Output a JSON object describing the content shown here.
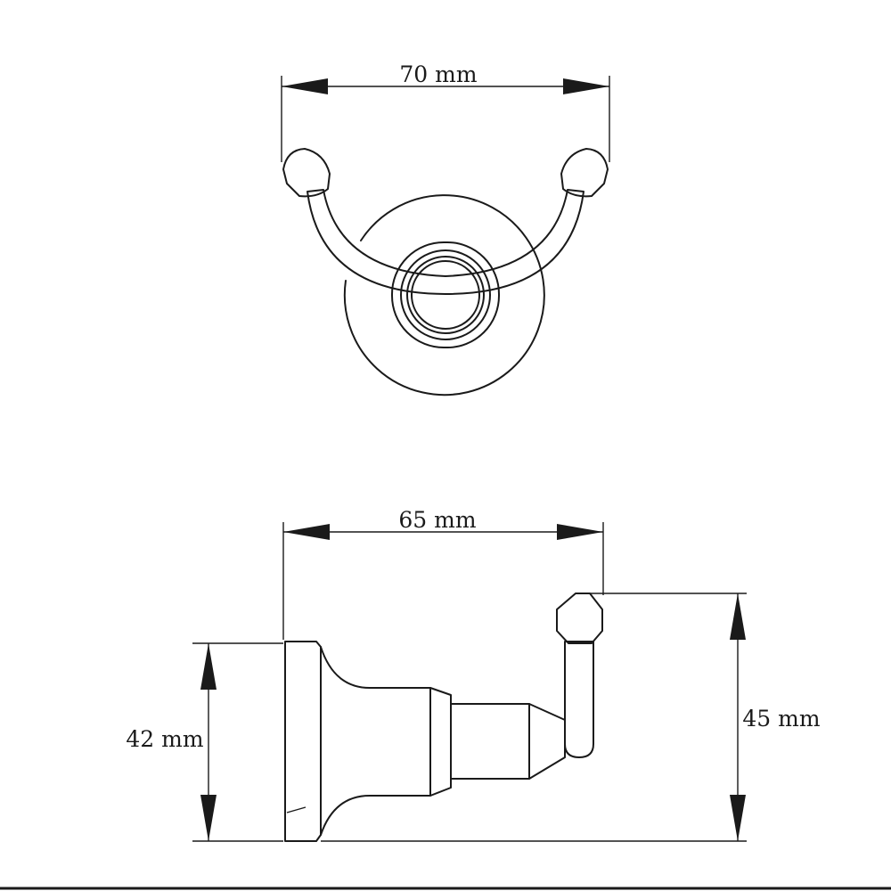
{
  "drawing": {
    "top_view": {
      "width_label": "70 mm"
    },
    "side_view": {
      "depth_label": "65 mm",
      "plate_height_label": "42 mm",
      "total_height_label": "45 mm"
    }
  }
}
